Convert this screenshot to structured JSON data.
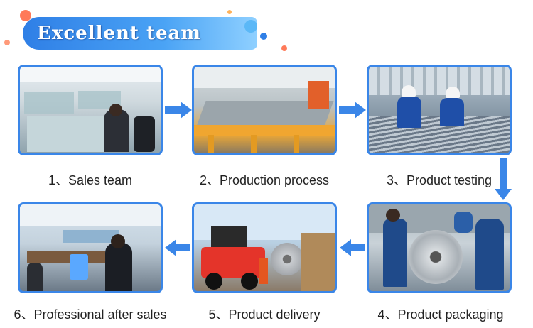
{
  "header": {
    "title": "Excellent team"
  },
  "steps": [
    {
      "label": "1、Sales team"
    },
    {
      "label": "2、Production process"
    },
    {
      "label": "3、Product testing"
    },
    {
      "label": "4、Product packaging"
    },
    {
      "label": "5、Product delivery"
    },
    {
      "label": "6、Professional after sales"
    }
  ],
  "colors": {
    "accent": "#3a86e8",
    "banner_start": "#2f7fe6",
    "banner_end": "#8fd0ff"
  }
}
